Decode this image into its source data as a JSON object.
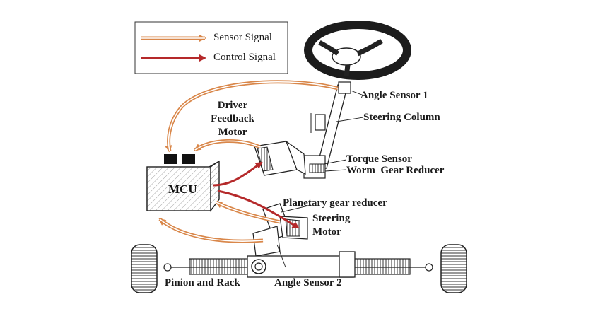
{
  "colors": {
    "sensor_signal": "#d9874a",
    "control_signal": "#b5292a",
    "outline": "#2a2a2a"
  },
  "legend": {
    "sensor_label": "Sensor Signal",
    "control_label": "Control Signal"
  },
  "mcu": {
    "label": "MCU"
  },
  "labels": {
    "angle_sensor_1": "Angle Sensor 1",
    "steering_column": "Steering Column",
    "driver_feedback_motor_1": "Driver",
    "driver_feedback_motor_2": "Feedback",
    "driver_feedback_motor_3": "Motor",
    "torque_sensor": "Torque Sensor",
    "worm_gear_reducer": "Worm  Gear Reducer",
    "planetary_gear_reducer": "Planetary gear reducer",
    "steering_motor_1": "Steering",
    "steering_motor_2": "Motor",
    "pinion_and_rack": "Pinion and Rack",
    "angle_sensor_2": "Angle Sensor 2"
  }
}
